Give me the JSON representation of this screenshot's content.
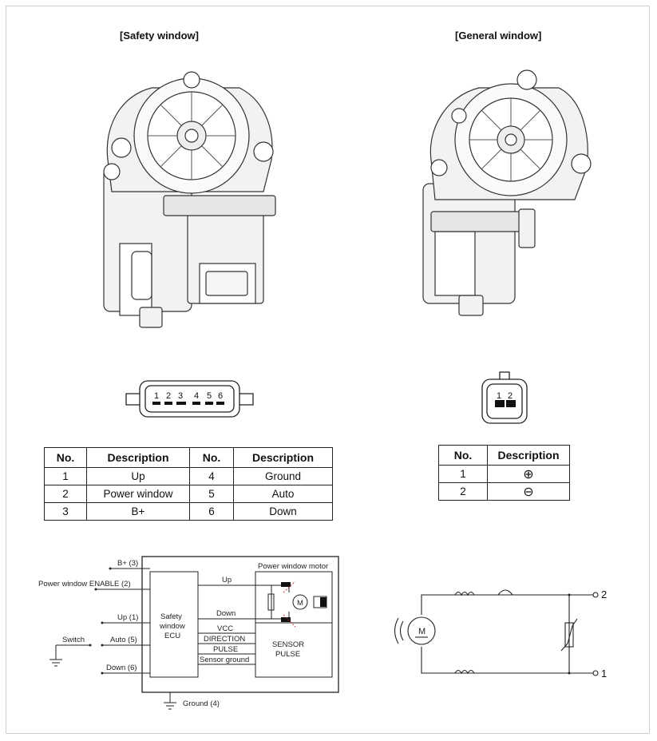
{
  "titles": {
    "safety": "[Safety window]",
    "general": "[General window]"
  },
  "safety_connector_pins": [
    "1",
    "2",
    "3",
    "4",
    "5",
    "6"
  ],
  "general_connector_pins": [
    "1",
    "2"
  ],
  "safety_table": {
    "headers": [
      "No.",
      "Description",
      "No.",
      "Description"
    ],
    "rows": [
      [
        "1",
        "Up",
        "4",
        "Ground"
      ],
      [
        "2",
        "Power window",
        "5",
        "Auto"
      ],
      [
        "3",
        "B+",
        "6",
        "Down"
      ]
    ]
  },
  "general_table": {
    "headers": [
      "No.",
      "Description"
    ],
    "rows": [
      [
        "1",
        "⊕"
      ],
      [
        "2",
        "⊖"
      ]
    ]
  },
  "safety_schematic": {
    "inputs": {
      "bplus": "B+ (3)",
      "enable": "Power window ENABLE (2)",
      "up": "Up (1)",
      "switch": "Switch",
      "auto": "Auto (5)",
      "down": "Down (6)",
      "ground": "Ground (4)"
    },
    "ecu": [
      "Safety",
      "window",
      "ECU"
    ],
    "motor_box_title": "Power window motor",
    "lines": {
      "up": "Up",
      "down": "Down",
      "vcc": "VCC",
      "direction": "DIRECTION",
      "pulse": "PULSE",
      "sensor_ground": "Sensor ground"
    },
    "motor_letter": "M",
    "sensor": [
      "SENSOR",
      "PULSE"
    ]
  },
  "general_schematic": {
    "motor_letter": "M",
    "terminal_top": "2",
    "terminal_bottom": "1"
  }
}
